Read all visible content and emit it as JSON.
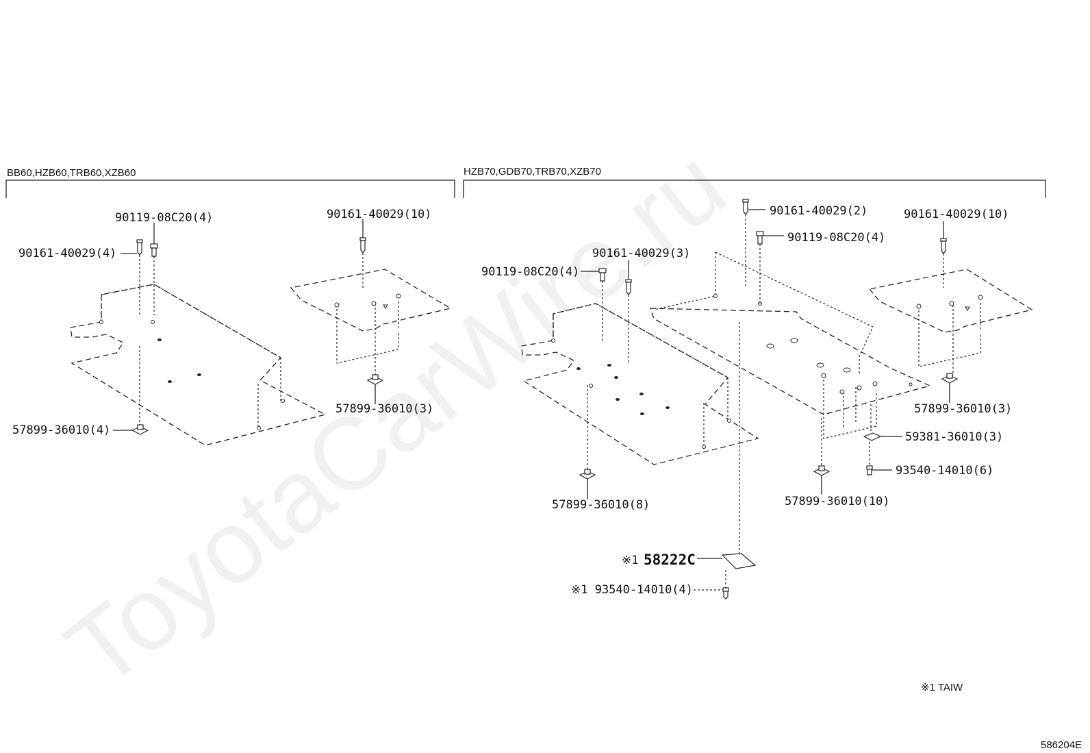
{
  "watermark": "ToyotaCarWire.ru",
  "groups": {
    "left": {
      "models": "BB60,HZB60,TRB60,XZB60"
    },
    "right": {
      "models": "HZB70,GDB70,TRB70,XZB70"
    }
  },
  "labels": {
    "l_90119": "90119-08C20(4)",
    "l_90161_4": "90161-40029(4)",
    "l_90161_10": "90161-40029(10)",
    "l_57899_4": "57899-36010(4)",
    "l_57899_3": "57899-36010(3)",
    "r_90161_2": "90161-40029(2)",
    "r_90119_4a": "90119-08C20(4)",
    "r_90161_10": "90161-40029(10)",
    "r_90161_3": "90161-40029(3)",
    "r_90119_4b": "90119-08C20(4)",
    "r_57899_3": "57899-36010(3)",
    "r_59381_3": "59381-36010(3)",
    "r_93540_6": "93540-14010(6)",
    "r_57899_10": "57899-36010(10)",
    "r_57899_8": "57899-36010(8)",
    "r_58222_mark": "※1",
    "r_58222": "58222C",
    "r_93540_4": "※1 93540-14010(4)"
  },
  "footnote": "※1 TAIW",
  "figure_id": "586204E"
}
